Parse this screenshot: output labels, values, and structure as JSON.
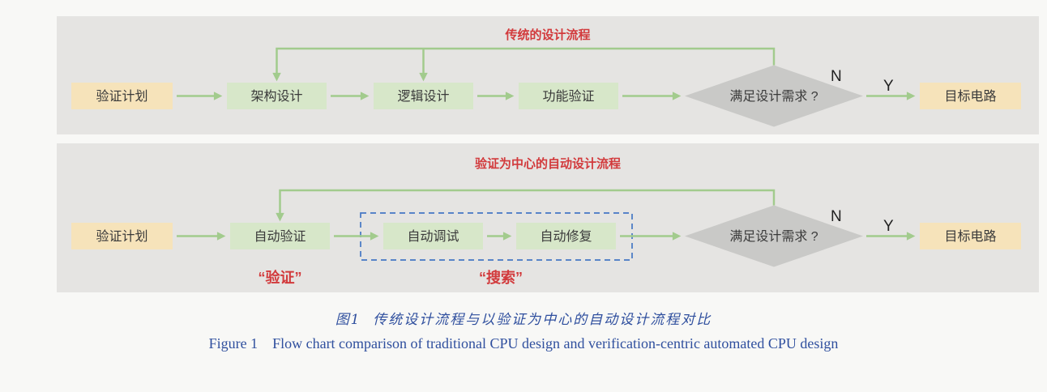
{
  "flows": [
    {
      "title": "传统的设计流程",
      "nodes": [
        {
          "label": "验证计划",
          "type": "start"
        },
        {
          "label": "架构设计",
          "type": "process"
        },
        {
          "label": "逻辑设计",
          "type": "process"
        },
        {
          "label": "功能验证",
          "type": "process"
        },
        {
          "label": "满足设计需求 ?",
          "type": "decision"
        },
        {
          "label": "目标电路",
          "type": "end"
        }
      ],
      "decision_no": "N",
      "decision_yes": "Y"
    },
    {
      "title": "验证为中心的自动设计流程",
      "nodes": [
        {
          "label": "验证计划",
          "type": "start"
        },
        {
          "label": "自动验证",
          "type": "process"
        },
        {
          "label": "自动调试",
          "type": "process"
        },
        {
          "label": "自动修复",
          "type": "process"
        },
        {
          "label": "满足设计需求 ?",
          "type": "decision"
        },
        {
          "label": "目标电路",
          "type": "end"
        }
      ],
      "decision_no": "N",
      "decision_yes": "Y",
      "annotations": [
        {
          "label": "“验证”"
        },
        {
          "label": "“搜索”"
        }
      ]
    }
  ],
  "caption": {
    "zh": "图1  传统设计流程与以验证为中心的自动设计流程对比",
    "en": "Figure 1    Flow chart comparison of traditional CPU design and verification-centric automated CPU design"
  },
  "colors": {
    "accent_red": "#d23a3c",
    "node_green": "#d7e7c9",
    "node_tan": "#f6e3ba",
    "arrow_green": "#a2cb8d",
    "decision_gray": "#c9c9c7",
    "dashed_blue": "#4477c4",
    "caption_blue": "#2f4f9e",
    "panel_gray": "#e5e4e2",
    "page_background": "#f8f8f6"
  }
}
